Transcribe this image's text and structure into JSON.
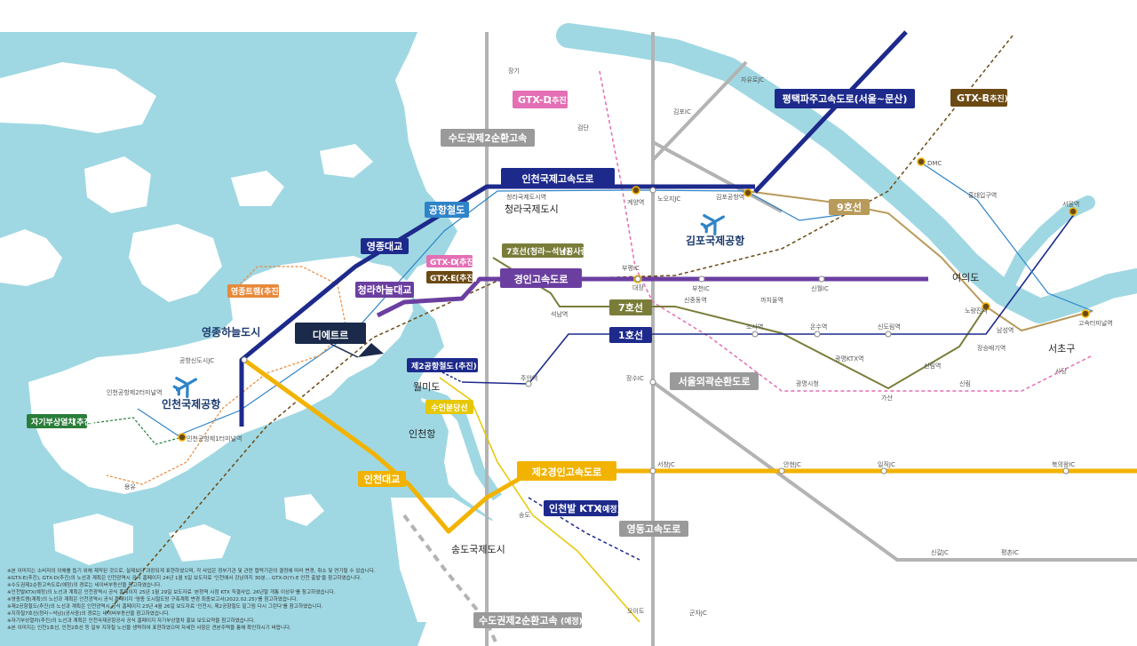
{
  "colors": {
    "sea": "#9fd8e3",
    "land": "#ffffff",
    "ring_road": "#b3b3b3",
    "pyeongtaek_paju": "#1d2a8c",
    "incheon_intl_expressway": "#1d2a8c",
    "gyeongin_expressway": "#6b3fa0",
    "second_gyeongin": "#f2b300",
    "line7": "#7a7d3a",
    "line9": "#b89a5a",
    "line1": "#1d2a8c",
    "gtx_d": "#e46fb4",
    "gtx_e": "#6b4a14",
    "airport_rail": "#2f84c8",
    "maglev": "#2b7d3a",
    "yeongjong_tram": "#e8893a",
    "suin_bundang": "#e6c700",
    "incheon_ktx": "#1d2a8c",
    "target": "#1b2a4a"
  },
  "icons": [
    "airplane-icon",
    "airplane-icon"
  ],
  "labels": {
    "pyeongtaek_paju": "평택파주고속도로(서울~문산)",
    "gtx_e": "GTX-E",
    "gtx_e_suffix": "(추진)",
    "gtx_d": "GTX-D",
    "gtx_d_suffix": "(추진)",
    "capital_ring": "수도권제2순환고속",
    "incheon_intl_expressway": "인천국제고속도로",
    "airport_rail": "공항철도",
    "yeongjong_bridge": "영종대교",
    "cheongna_sky_bridge": "청라하늘대교",
    "line7_cheongna": "7호선(청라~석남)",
    "line7_cheongna_suffix": "(공사중)",
    "gtx_d_small": "GTX-D",
    "gtx_d_small_suffix": "(추진)",
    "gtx_e_small": "GTX-E",
    "gtx_e_small_suffix": "(추진)",
    "gyeongin_expressway": "경인고속도로",
    "line9": "9호선",
    "line7": "7호선",
    "line1": "1호선",
    "yeongjong_tram": "영종트램",
    "yeongjong_tram_suffix": "(추진)",
    "target": "디에트르",
    "airport_rail_2": "제2공항철도",
    "airport_rail_2_suffix": "(추진)",
    "suin_bundang": "수인분당선",
    "seoul_outer_ring": "서울외곽순환도로",
    "maglev": "자기부상열차",
    "maglev_suffix": "(추진)",
    "incheon_bridge": "인천대교",
    "second_gyeongin": "제2경인고속도로",
    "incheon_ktx": "인천발 KTX",
    "incheon_ktx_suffix": "(예정)",
    "yeongdong": "영동고속도로",
    "capital_ring_bottom": "수도권제2순환고속",
    "capital_ring_bottom_suffix": "(예정)"
  },
  "places": {
    "cheongna": "청라국제도시",
    "gimpo_airport": "김포국제공항",
    "yeouido": "여의도",
    "yeongjong_sky_city": "영종하늘도시",
    "incheon_airport": "인천국제공항",
    "seocho": "서초구",
    "wolmido": "월미도",
    "incheon_port": "인천항",
    "songdo": "송도국제도시"
  },
  "small_labels": {
    "jayuro_jc": "자유로JC",
    "gimpo_ic": "김포IC",
    "janggi": "장기",
    "geomdan": "검단",
    "dmc": "DMC",
    "hongik": "홍대입구역",
    "seoul_stn": "서울역",
    "noojae_jc": "노오지JC",
    "gyeyang": "계양역",
    "gimpo_airport_stn": "김포공항역",
    "cheongna_intl_stn": "청라국제도시역",
    "bupyeong_ic": "부평IC",
    "bucheon_ic": "부천IC",
    "sinwol_ic": "신월IC",
    "daejang": "대장",
    "seongnam": "석남역",
    "sinjungdong": "신중동역",
    "kkachiul": "까치울역",
    "nodeul": "노량진역",
    "gosok_terminal": "고속터미널역",
    "sosa": "소사역",
    "onsu": "온수역",
    "sindorim": "신도림역",
    "namseong": "남성역",
    "gwangmyeong_city": "광명시청",
    "gwangmyeong_ktx": "광명KTX역",
    "sinlim": "신림역",
    "jangseungbaegi": "장승배기역",
    "sadang": "사당",
    "gasan": "가산",
    "sinlim2": "신림",
    "airport_sinto_jc": "공항신도시JC",
    "incheon_t2": "인천공항제2터미널역",
    "incheon_t1": "인천공항제1터미널역",
    "juan": "주안역",
    "jangsu_ic": "장수IC",
    "seochang_jc": "서창JC",
    "anhyeon_jc": "안현JC",
    "ilsik_jc": "일직JC",
    "bukuiwang_ic": "북의왕IC",
    "singal_jc": "신갈JC",
    "pyeongchon_ic": "평촌IC",
    "gunja_jc": "군자JC",
    "oido": "오이도",
    "songdo_small": "송도",
    "yongyu": "용유"
  },
  "notes": [
    "※본 이미지는 소비자의 이해를 돕기 위해 제작된 것으로, 실제보다 과장되게 표현하였으며, 각 사업은 정부기관 및 관련 협력기관의 결정에 따라 변경, 취소 및 연기될 수 있습니다.",
    "※GTX-E(추진), GTX-D(추진)의 노선과 계획은 인천광역시 공식 홈페이지 24년 1월 5일 보도자료 '인천에서 강남까지 30분... GTX-D(Y)·E 인천 출발'을 참고하였습니다.",
    "※수도권제2순환고속도로(예정)의 경로는 네이버부동산을 참고하였습니다.",
    "※인천발KTX(예정)의 노선과 계획은 인천광역시 공식 홈페이지 25년 1월 29일 보도자료 '본청역 시점 KTX 직결사업, 26년말 개통 이상무'를 참고하였습니다.",
    "※영종트램(계획)의 노선과 계획은 인천광역시 공식 홈페이지 '영종 도시철도망 구축계획 변경 최종보고서(2022.02.25)'를 참고하였습니다.",
    "※제2공항철도(추진)의 노선과 계획은 인천광역시 공식 홈페이지 23년 4월 26일 보도자료 '인천시, 제2공항철도 밑그림 다시 그린다'를 참고하였습니다.",
    "※지하철7호선(청라~석남)(공사중)의 경로는 네이버부동산을 참고하였습니다.",
    "※자기부상열차(추진)의 노선과 계획은 인천국제공항공사 공식 홈페이지 자기부상열차 홍보 보도요약을 참고하였습니다.",
    "※본 이미지는 인천1호선, 인천2호선 등 일부 지하철 노선을 생략하여 표현하였으며 자세한 사항은 견본주택을 통해 확인하시기 바랍니다."
  ]
}
